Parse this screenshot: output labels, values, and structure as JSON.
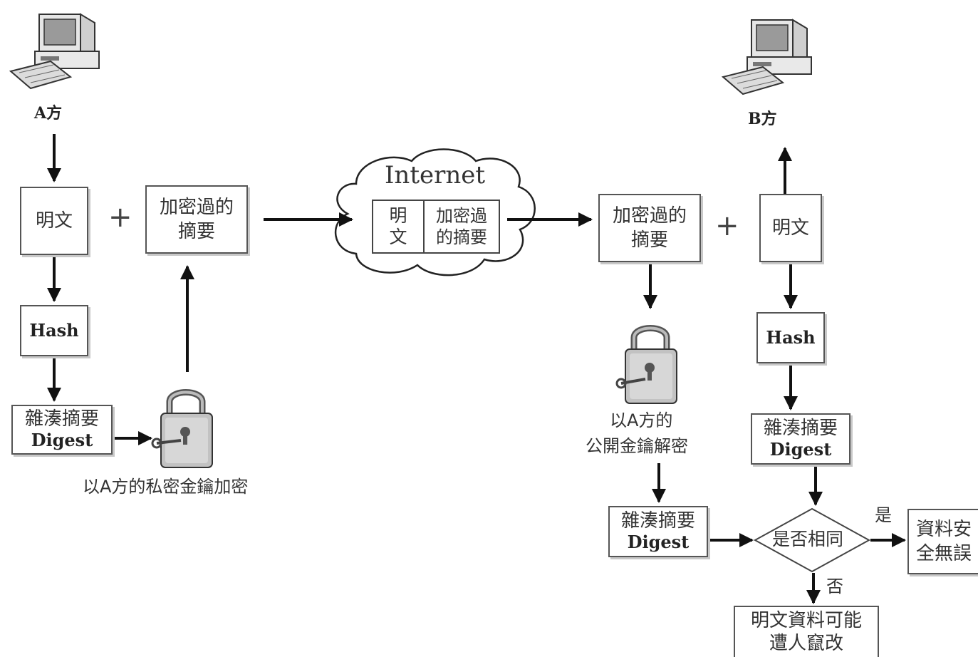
{
  "sender": {
    "label": "A方"
  },
  "receiver": {
    "label": "B方"
  },
  "plus": "+",
  "left": {
    "plaintext": "明文",
    "hash": "Hash",
    "digest_line1": "雜湊摘要",
    "digest_line2": "Digest",
    "encrypted_line1": "加密過的",
    "encrypted_line2": "摘要",
    "lock_caption": "以A方的私密金鑰加密"
  },
  "internet": {
    "title": "Internet",
    "cell1_line1": "明",
    "cell1_line2": "文",
    "cell2_line1": "加密過",
    "cell2_line2": "的摘要"
  },
  "right": {
    "encrypted_line1": "加密過的",
    "encrypted_line2": "摘要",
    "plaintext": "明文",
    "hash": "Hash",
    "digest_a_line1": "雜湊摘要",
    "digest_a_line2": "Digest",
    "lock_caption_line1": "以A方的",
    "lock_caption_line2": "公開金鑰解密",
    "digest_b_line1": "雜湊摘要",
    "digest_b_line2": "Digest",
    "compare": "是否相同",
    "yes": "是",
    "no": "否",
    "safe_line1": "資料安",
    "safe_line2": "全無誤",
    "tampered_line1": "明文資料可能",
    "tampered_line2": "遭人竄改"
  }
}
